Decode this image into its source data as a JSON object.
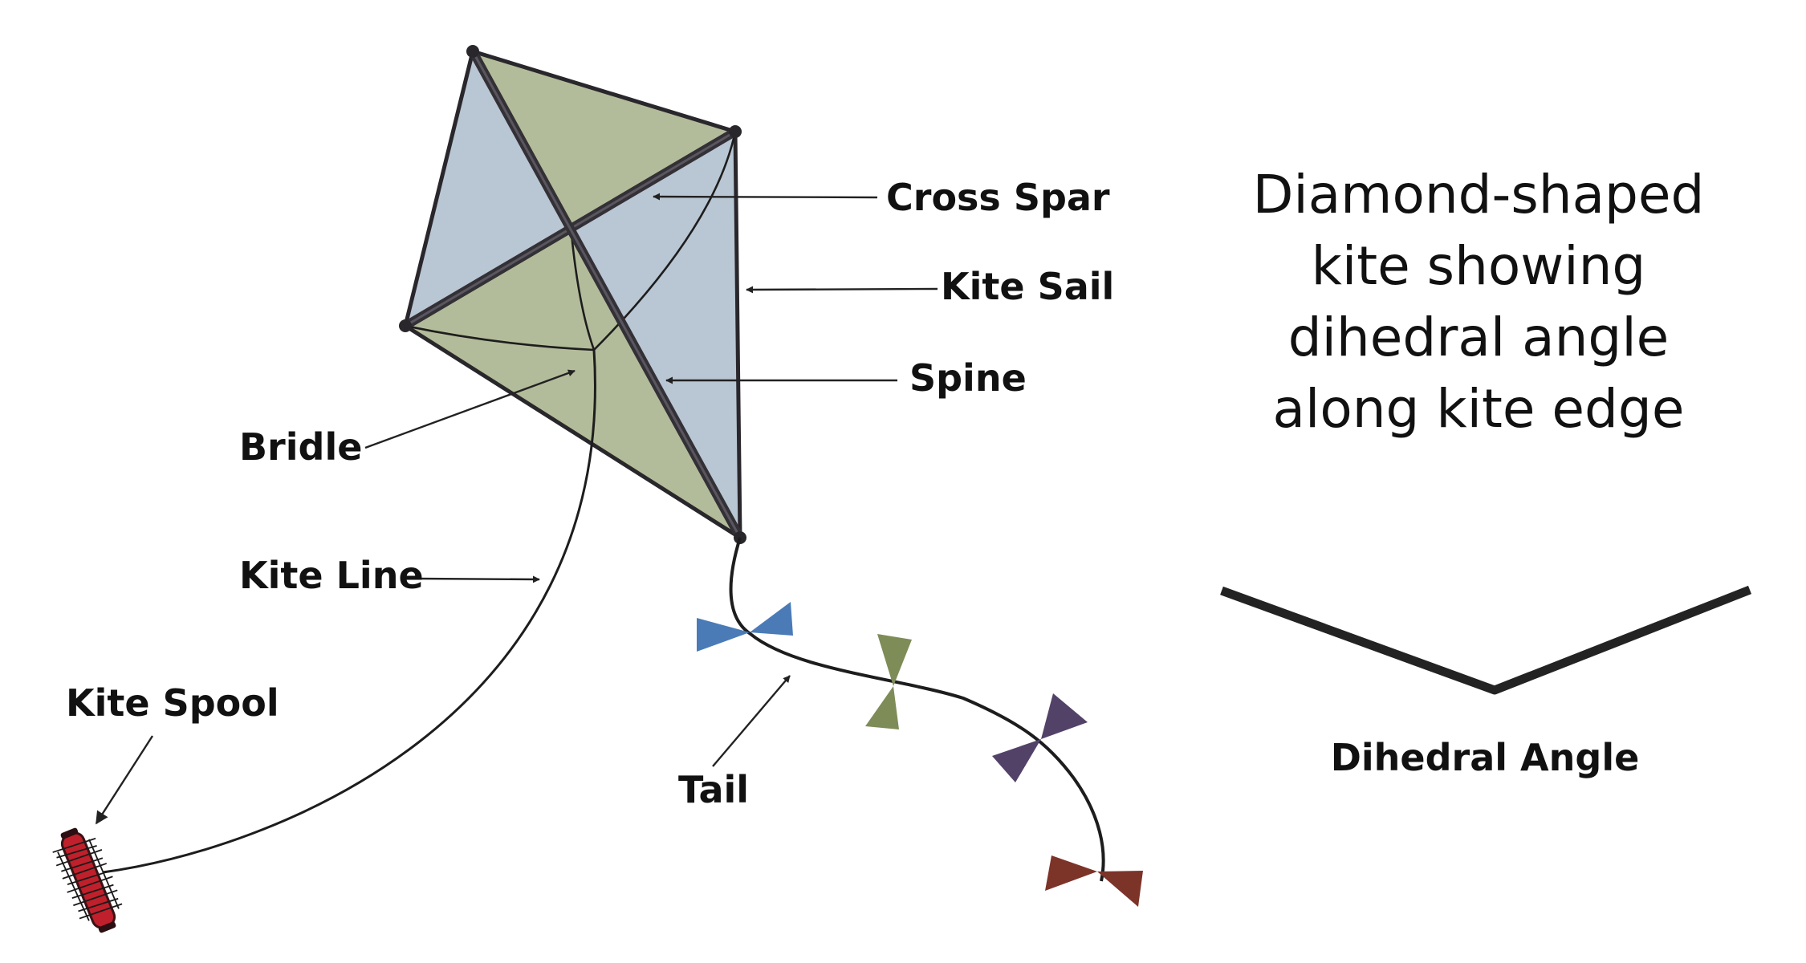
{
  "title_lines": [
    "Diamond-shaped",
    "kite showing",
    "dihedral angle",
    "along kite edge"
  ],
  "labels": {
    "cross_spar": "Cross Spar",
    "kite_sail": "Kite Sail",
    "spine": "Spine",
    "bridle": "Bridle",
    "kite_line": "Kite Line",
    "kite_spool": "Kite Spool",
    "tail": "Tail",
    "dihedral_angle": "Dihedral Angle"
  },
  "colors": {
    "sail_green": "#b3bc9a",
    "sail_blue": "#b9c6d3",
    "frame": "#333036",
    "bow_blue": "#4a7bb7",
    "bow_green": "#7e8c58",
    "bow_purple": "#524268",
    "bow_red": "#7c3328",
    "spool_red": "#c0202b"
  }
}
